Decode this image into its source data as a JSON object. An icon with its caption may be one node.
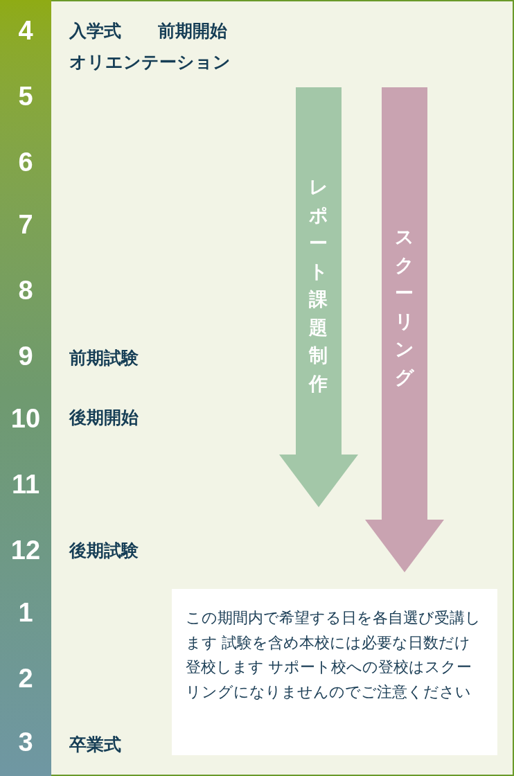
{
  "diagram": {
    "nodes": [
      {
        "text": [
          "レポート課題制作"
        ]
      },
      {
        "text": [
          "スクーリング"
        ]
      },
      {
        "text": [
          "この期間内で希望する日を各自選び受講します 試験を含め本校には必要な日数だけ登校します サポート校への登校はスクーリングになりませんのでご注意ください"
        ]
      }
    ],
    "labels": [
      "4",
      "入学式",
      "前期開始",
      "オリエンテーション",
      "5",
      "6",
      "7",
      "8",
      "9",
      "前期試験",
      "10",
      "後期開始",
      "11",
      "12",
      "後期試験",
      "1",
      "2",
      "3",
      "卒業式"
    ]
  }
}
